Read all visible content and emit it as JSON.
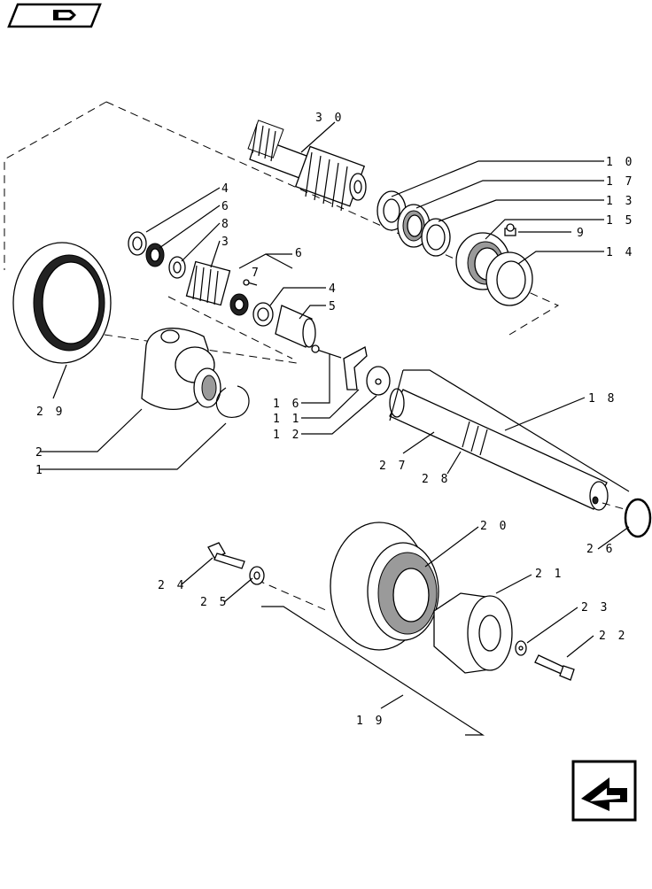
{
  "diagram": {
    "callouts": [
      {
        "id": "c30",
        "text": "3 0"
      },
      {
        "id": "c10",
        "text": "1 0"
      },
      {
        "id": "c17",
        "text": "1 7"
      },
      {
        "id": "c13",
        "text": "1 3"
      },
      {
        "id": "c15",
        "text": "1 5"
      },
      {
        "id": "c9",
        "text": "9"
      },
      {
        "id": "c14",
        "text": "1 4"
      },
      {
        "id": "c4a",
        "text": "4"
      },
      {
        "id": "c6a",
        "text": "6"
      },
      {
        "id": "c8",
        "text": "8"
      },
      {
        "id": "c3",
        "text": "3"
      },
      {
        "id": "c6b",
        "text": "6"
      },
      {
        "id": "c7",
        "text": "7"
      },
      {
        "id": "c4b",
        "text": "4"
      },
      {
        "id": "c5",
        "text": "5"
      },
      {
        "id": "c16",
        "text": "1 6"
      },
      {
        "id": "c11",
        "text": "1 1"
      },
      {
        "id": "c12",
        "text": "1 2"
      },
      {
        "id": "c18",
        "text": "1 8"
      },
      {
        "id": "c27",
        "text": "2 7"
      },
      {
        "id": "c28",
        "text": "2 8"
      },
      {
        "id": "c29",
        "text": "2 9"
      },
      {
        "id": "c2",
        "text": "2"
      },
      {
        "id": "c1",
        "text": "1"
      },
      {
        "id": "c26",
        "text": "2 6"
      },
      {
        "id": "c20",
        "text": "2 0"
      },
      {
        "id": "c21",
        "text": "2 1"
      },
      {
        "id": "c23",
        "text": "2 3"
      },
      {
        "id": "c22",
        "text": "2 2"
      },
      {
        "id": "c24",
        "text": "2 4"
      },
      {
        "id": "c25",
        "text": "2 5"
      },
      {
        "id": "c19",
        "text": "1 9"
      }
    ]
  },
  "icons": {
    "top_left": "book-icon",
    "bottom_right": "return-arrow-icon"
  }
}
